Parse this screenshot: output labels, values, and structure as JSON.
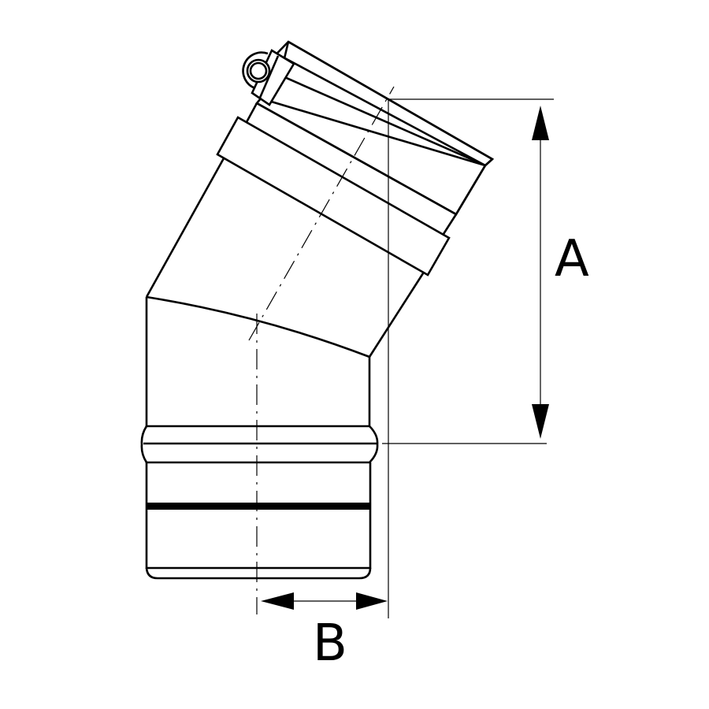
{
  "figure": {
    "subject": "45-degree pipe elbow with clamp band, technical line drawing",
    "angle_deg": 30
  },
  "dimensions": {
    "A": {
      "label": "A",
      "direction": "vertical"
    },
    "B": {
      "label": "B",
      "direction": "horizontal"
    }
  },
  "colors": {
    "line": "#000000",
    "background": "#ffffff"
  }
}
